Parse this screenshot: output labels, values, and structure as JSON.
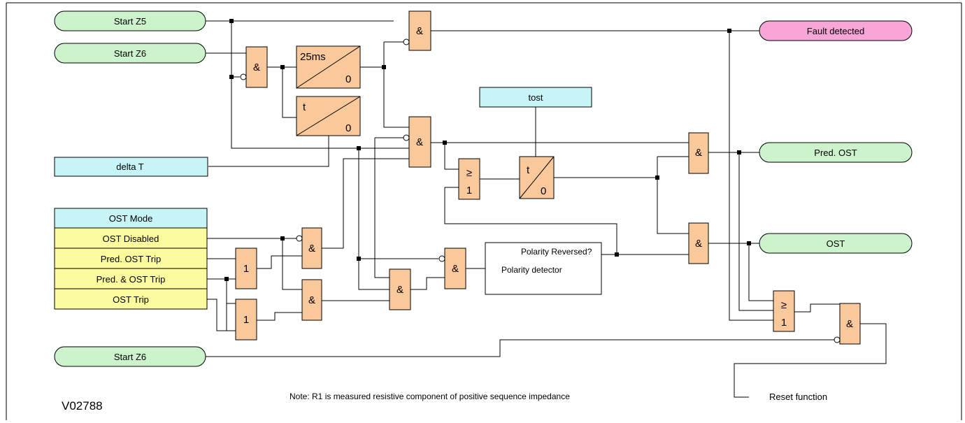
{
  "signals": {
    "start_z5": "Start Z5",
    "start_z6_top": "Start Z6",
    "delta_t": "delta T",
    "tost": "tost",
    "start_z6_bottom": "Start Z6"
  },
  "outputs": {
    "fault_detected": "Fault detected",
    "pred_ost": "Pred. OST",
    "ost": "OST",
    "reset_function": "Reset function"
  },
  "ost_mode": {
    "header": "OST Mode",
    "options": [
      "OST Disabled",
      "Pred. OST Trip",
      "Pred. & OST Trip",
      "OST Trip"
    ]
  },
  "gates": {
    "and": "&",
    "or_top": "≥",
    "or_bottom": "1",
    "one": "1"
  },
  "timers": {
    "t25_top": "25ms",
    "t25_bottom": "0",
    "tdelta_top": "t",
    "tdelta_bottom": "0",
    "tost_top": "t",
    "tost_bottom": "0"
  },
  "polarity": {
    "title": "Polarity Reversed?",
    "subtitle": "Polarity detector"
  },
  "note": "Note: R1 is measured resistive component of positive sequence impedance",
  "figure_id": "V02788",
  "colors": {
    "green_signal": "#ccf3cc",
    "pink_signal": "#f8a5d8",
    "cyan_box": "#c6f4f7",
    "yellow_box": "#fcfc9e",
    "gate_fill": "#f9c89b"
  }
}
